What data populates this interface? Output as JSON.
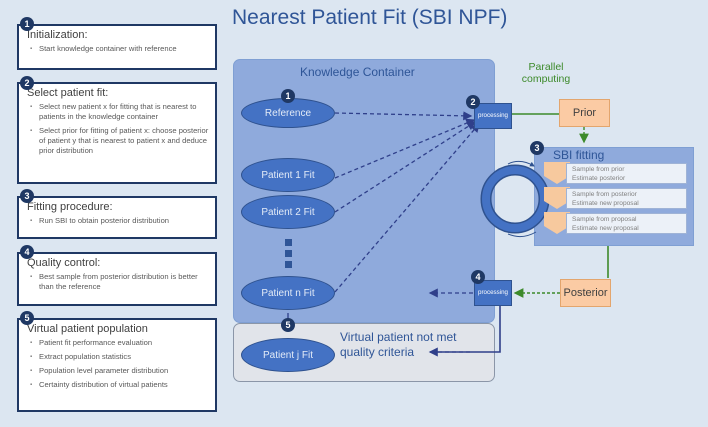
{
  "title": "Nearest Patient Fit (SBI NPF)",
  "steps": [
    {
      "number": "1",
      "heading": "Initialization:",
      "items": [
        "Start knowledge container with reference"
      ]
    },
    {
      "number": "2",
      "heading": "Select patient fit:",
      "items": [
        "Select new patient x for fitting that is nearest to patients in the knowledge container",
        "Select prior for fitting of patient x: choose posterior of patient y that is nearest to patient x and deduce prior distribution"
      ]
    },
    {
      "number": "3",
      "heading": "Fitting procedure:",
      "items": [
        "Run SBI to obtain posterior distribution"
      ]
    },
    {
      "number": "4",
      "heading": "Quality control:",
      "items": [
        "Best sample from posterior distribution is better than the reference"
      ]
    },
    {
      "number": "5",
      "heading": "Virtual patient population",
      "items": [
        "Patient fit performance evaluation",
        "Extract population statistics",
        "Population level parameter distribution",
        "Certainty distribution of virtual patients"
      ]
    }
  ],
  "knowledge_container": {
    "title": "Knowledge Container",
    "reference": "Reference",
    "patient1": "Patient 1 Fit",
    "patient2": "Patient 2 Fit",
    "patientn": "Patient n Fit"
  },
  "virtual_box": {
    "patientj": "Patient j Fit",
    "text": "Virtual patient not met quality criteria"
  },
  "processing_label": "processing",
  "prior_label": "Prior",
  "posterior_label": "Posterior",
  "parallel_label": "Parallel computing",
  "sbi": {
    "title": "SBI fitting",
    "steps": [
      [
        "Sample from prior",
        "Estimate posterior"
      ],
      [
        "Sample from posterior",
        "Estimate new proposal"
      ],
      [
        "Sample from proposal",
        "Estimate new proposal"
      ]
    ]
  },
  "badges": {
    "one": "1",
    "two": "2",
    "three": "3",
    "four": "4",
    "five": "5"
  },
  "colors": {
    "background": "#dce6f1",
    "dark_navy": "#1f3864",
    "node_blue": "#4472c4",
    "container_blue": "#8faadc",
    "prior_orange": "#fbcba4",
    "green_arrow": "#3d8a2b",
    "arrow_navy": "#2f3f8a",
    "chevron_orange": "#f7c99e"
  }
}
